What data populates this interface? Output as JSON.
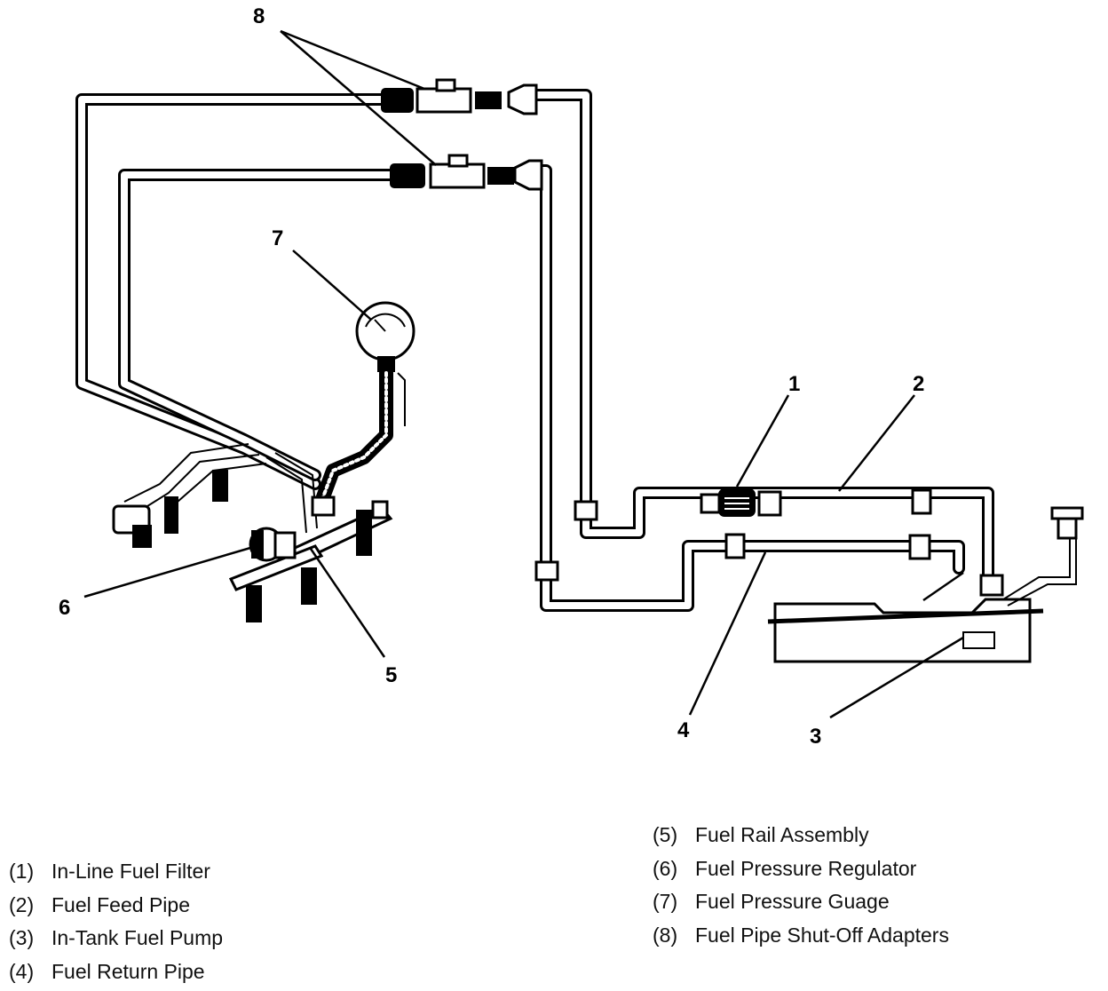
{
  "callouts": {
    "c1": "1",
    "c2": "2",
    "c3": "3",
    "c4": "4",
    "c5": "5",
    "c6": "6",
    "c7": "7",
    "c8": "8"
  },
  "legend_left": [
    {
      "num": "(1)",
      "label": "In-Line Fuel Filter"
    },
    {
      "num": "(2)",
      "label": "Fuel Feed Pipe"
    },
    {
      "num": "(3)",
      "label": "In-Tank Fuel Pump"
    },
    {
      "num": "(4)",
      "label": "Fuel Return Pipe"
    }
  ],
  "legend_right": [
    {
      "num": "(5)",
      "label": "Fuel Rail Assembly"
    },
    {
      "num": "(6)",
      "label": "Fuel Pressure Regulator"
    },
    {
      "num": "(7)",
      "label": "Fuel Pressure Guage"
    },
    {
      "num": "(8)",
      "label": "Fuel Pipe Shut-Off Adapters"
    }
  ]
}
